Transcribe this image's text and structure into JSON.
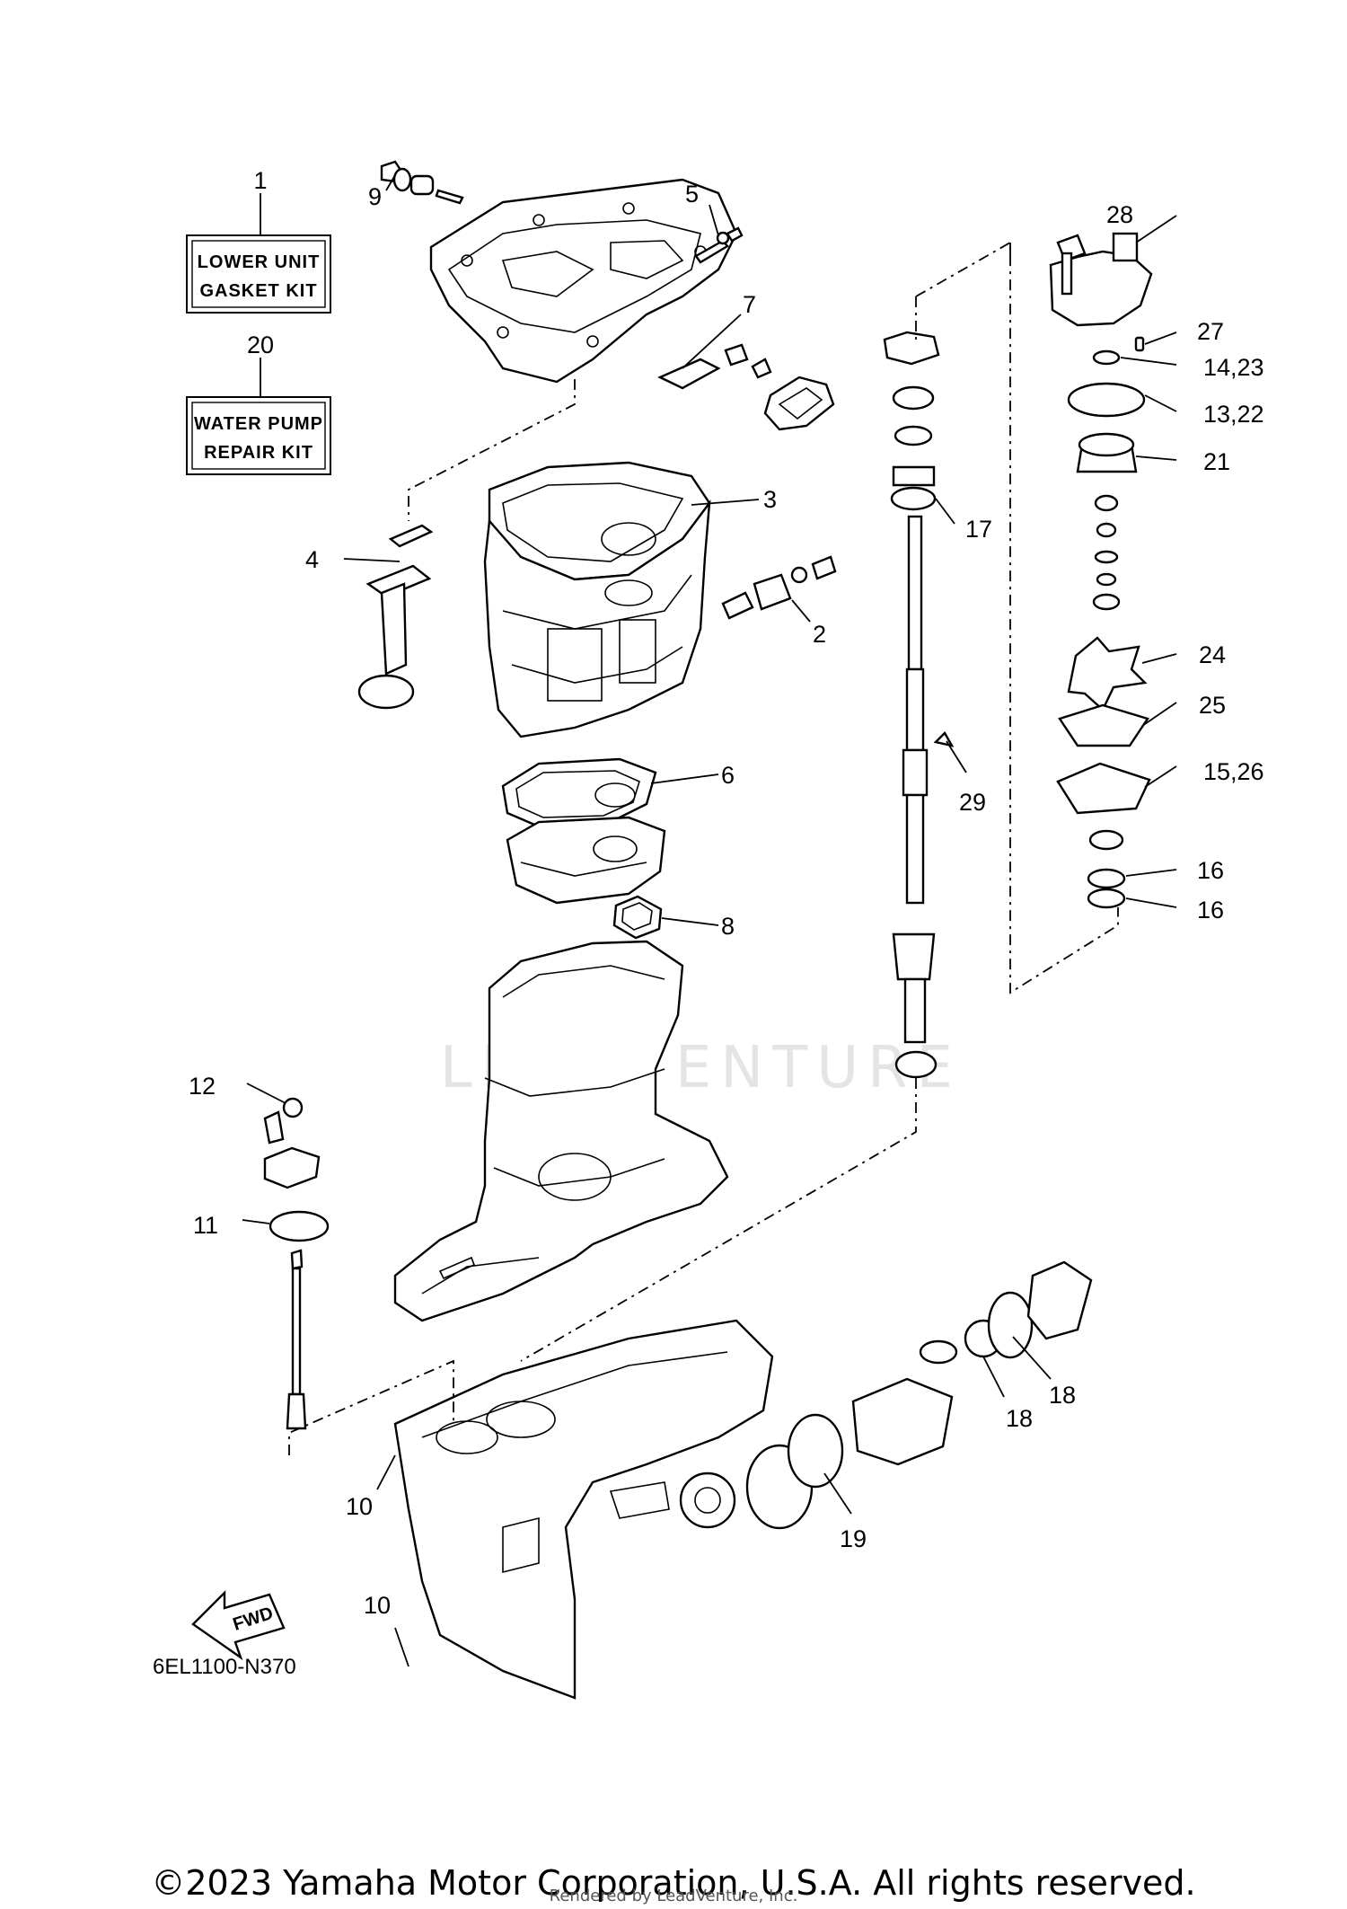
{
  "kits": [
    {
      "number": "1",
      "line1": "LOWER UNIT",
      "line2": "GASKET KIT"
    },
    {
      "number": "20",
      "line1": "WATER PUMP",
      "line2": "REPAIR KIT"
    }
  ],
  "callouts": [
    "2",
    "3",
    "4",
    "5",
    "6",
    "7",
    "8",
    "9",
    "10",
    "10",
    "11",
    "12",
    "13,22",
    "14,23",
    "15,26",
    "16",
    "16",
    "17",
    "18",
    "18",
    "19",
    "21",
    "24",
    "25",
    "27",
    "28",
    "29"
  ],
  "fwd_label": "FWD",
  "diagram_code": "6EL1100-N370",
  "watermark": "LEADVENTURE",
  "copyright": "©2023 Yamaha Motor Corporation, U.S.A. All rights reserved.",
  "rendered_by": "Rendered by LeadVenture, Inc."
}
